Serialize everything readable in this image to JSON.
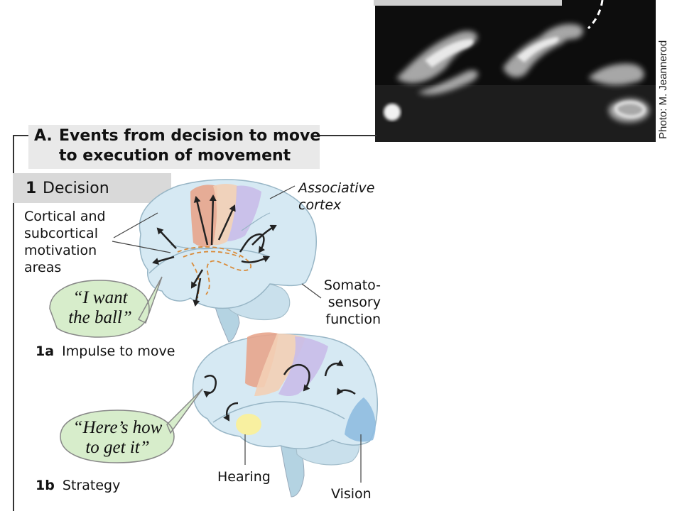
{
  "photo": {
    "credit": "Photo: M. Jeannerod"
  },
  "section": {
    "letter": "A.",
    "title_line1": "Events from decision to move",
    "title_line2": "to execution of movement"
  },
  "decision": {
    "number": "1",
    "label": "Decision"
  },
  "labels": {
    "associative_line1": "Associative",
    "associative_line2": "cortex",
    "motivation_line1": "Cortical and",
    "motivation_line2": "subcortical",
    "motivation_line3": "motivation",
    "motivation_line4": "areas",
    "somato_line1": "Somato-",
    "somato_line2": "sensory",
    "somato_line3": "function",
    "hearing": "Hearing",
    "vision": "Vision"
  },
  "bubbles": {
    "want_line1": "“I want",
    "want_line2": "the ball”",
    "how_line1": "“Here’s how",
    "how_line2": "to get it”"
  },
  "substeps": [
    {
      "number": "1a",
      "label": "Impulse to move"
    },
    {
      "number": "1b",
      "label": "Strategy"
    }
  ],
  "colors": {
    "brain": "#d6e9f3",
    "motor": "#e8a58c",
    "premotor": "#f3cfb5",
    "somatosensory": "#c9bde9",
    "bubble": "#d7edcb",
    "auditory": "#f8f0a0",
    "visual": "#8fbde0",
    "motivation_path": "#d98b3a"
  }
}
